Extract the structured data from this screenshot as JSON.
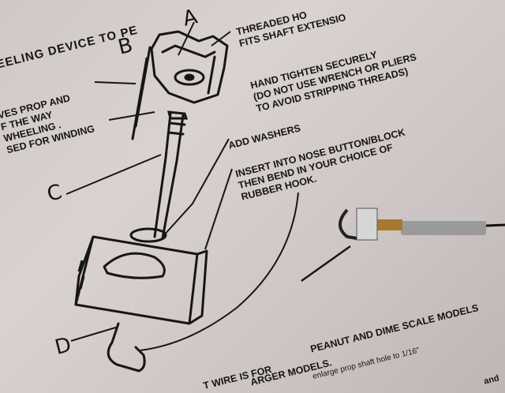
{
  "title": "EELING DEVICE TO PE",
  "label_a": "A",
  "label_b": "B",
  "label_c": "C",
  "label_d": "D",
  "instructions": {
    "line1": "THREADED HO",
    "line2": "FITS SHAFT EXTENSIO",
    "line3": "HAND TIGHTEN SECURELY",
    "line4": "(DO NOT USE WRENCH OR PLIERS",
    "line5": "TO AVOID STRIPPING THREADS)",
    "washers": "ADD WASHERS",
    "insert1": "INSERT INTO NOSE BUTTON/BLOCK",
    "insert2": "THEN BEND IN YOUR CHOICE OF",
    "insert3": "RUBBER HOOK."
  },
  "left_notes": {
    "line1": "VES PROP AND",
    "line2": "F THE WAY",
    "line3": "WHEELING .",
    "line4": "SED FOR WINDING"
  },
  "bottom": {
    "line1": "PEANUT AND DIME SCALE MODELS",
    "line2": "ARGER MODELS.",
    "line3": "T WIRE IS FOR",
    "note": "enlarge prop shaft hole to 1/16\"",
    "edge": "and"
  }
}
